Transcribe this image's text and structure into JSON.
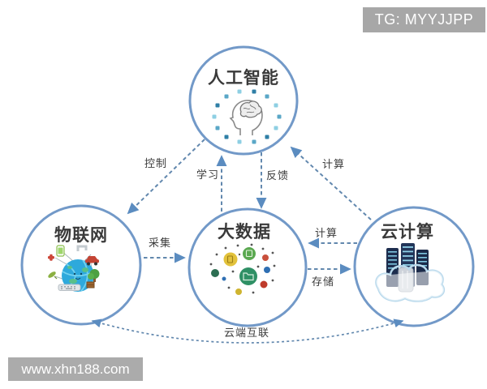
{
  "overlays": {
    "telegram_badge": "TG: MYYJJPP",
    "website_watermark": "www.xhn188.com"
  },
  "diagram": {
    "nodes": [
      {
        "id": "ai",
        "label": "人工智能",
        "icon": "ai-head-brain-icon"
      },
      {
        "id": "iot",
        "label": "物联网",
        "icon": "iot-globe-devices-icon"
      },
      {
        "id": "bigdata",
        "label": "大数据",
        "icon": "bigdata-scatter-dots-icon"
      },
      {
        "id": "cloud",
        "label": "云计算",
        "icon": "cloud-servers-icon"
      }
    ],
    "edges": [
      {
        "from": "人工智能",
        "to": "物联网",
        "label": "控制",
        "style": "dashed",
        "arrows": "single"
      },
      {
        "from": "大数据",
        "to": "人工智能",
        "label": "学习",
        "style": "dashed",
        "arrows": "single"
      },
      {
        "from": "人工智能",
        "to": "大数据",
        "label": "反馈",
        "style": "dashed",
        "arrows": "single"
      },
      {
        "from": "云计算",
        "to": "人工智能",
        "label": "计算",
        "style": "dashed",
        "arrows": "single"
      },
      {
        "from": "物联网",
        "to": "大数据",
        "label": "采集",
        "style": "dashed",
        "arrows": "single"
      },
      {
        "from": "云计算",
        "to": "大数据",
        "label": "计算",
        "style": "dashed",
        "arrows": "single"
      },
      {
        "from": "大数据",
        "to": "云计算",
        "label": "存储",
        "style": "dashed",
        "arrows": "single"
      },
      {
        "from": "物联网",
        "to": "云计算",
        "label": "云端互联",
        "style": "dashed",
        "arrows": "double"
      }
    ],
    "colors": {
      "circle_border": "#7299c8",
      "arrow": "#6288ae",
      "arrowhead": "#5b8cc0",
      "node_title_text": "#3a3a3a",
      "edge_label_text": "#3c3c3c",
      "badge_background": "#a7a7a7",
      "badge_text": "#ffffff",
      "background": "#ffffff"
    }
  }
}
